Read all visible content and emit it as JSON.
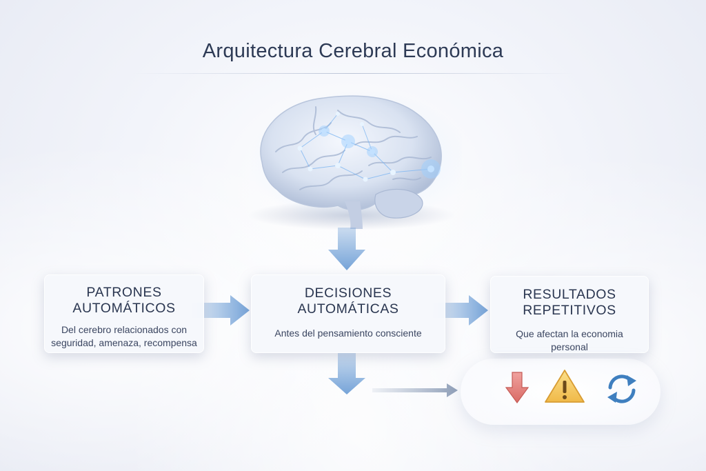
{
  "title": "Arquitectura Cerebral Económica",
  "nodes": {
    "left": {
      "heading_line1": "PATRONES",
      "heading_line2": "AUTOMÁTICOS",
      "text_line1": "Del cerebro relacionados con",
      "text_line2": "seguridad, amenaza, recompensa"
    },
    "middle": {
      "heading_line1": "DECISIONES",
      "heading_line2": "AUTOMÁTICAS",
      "text_line1": "Antes del pensamiento consciente"
    },
    "right": {
      "heading_line1": "RESULTADOS",
      "heading_line2": "REPETITIVOS",
      "text_line1": "Que afectan la economia",
      "text_line2": "personal"
    }
  },
  "icons": {
    "brain": "brain-icon",
    "decline": "down-arrow-icon",
    "warning": "warning-icon",
    "cycle": "refresh-cycle-icon"
  },
  "colors": {
    "title": "#2d3a55",
    "arrow": "#6f9fd6",
    "down_arrow_icon": "#e07d78",
    "warning_icon": "#f2c25a",
    "cycle_icon": "#3f7fbf"
  }
}
